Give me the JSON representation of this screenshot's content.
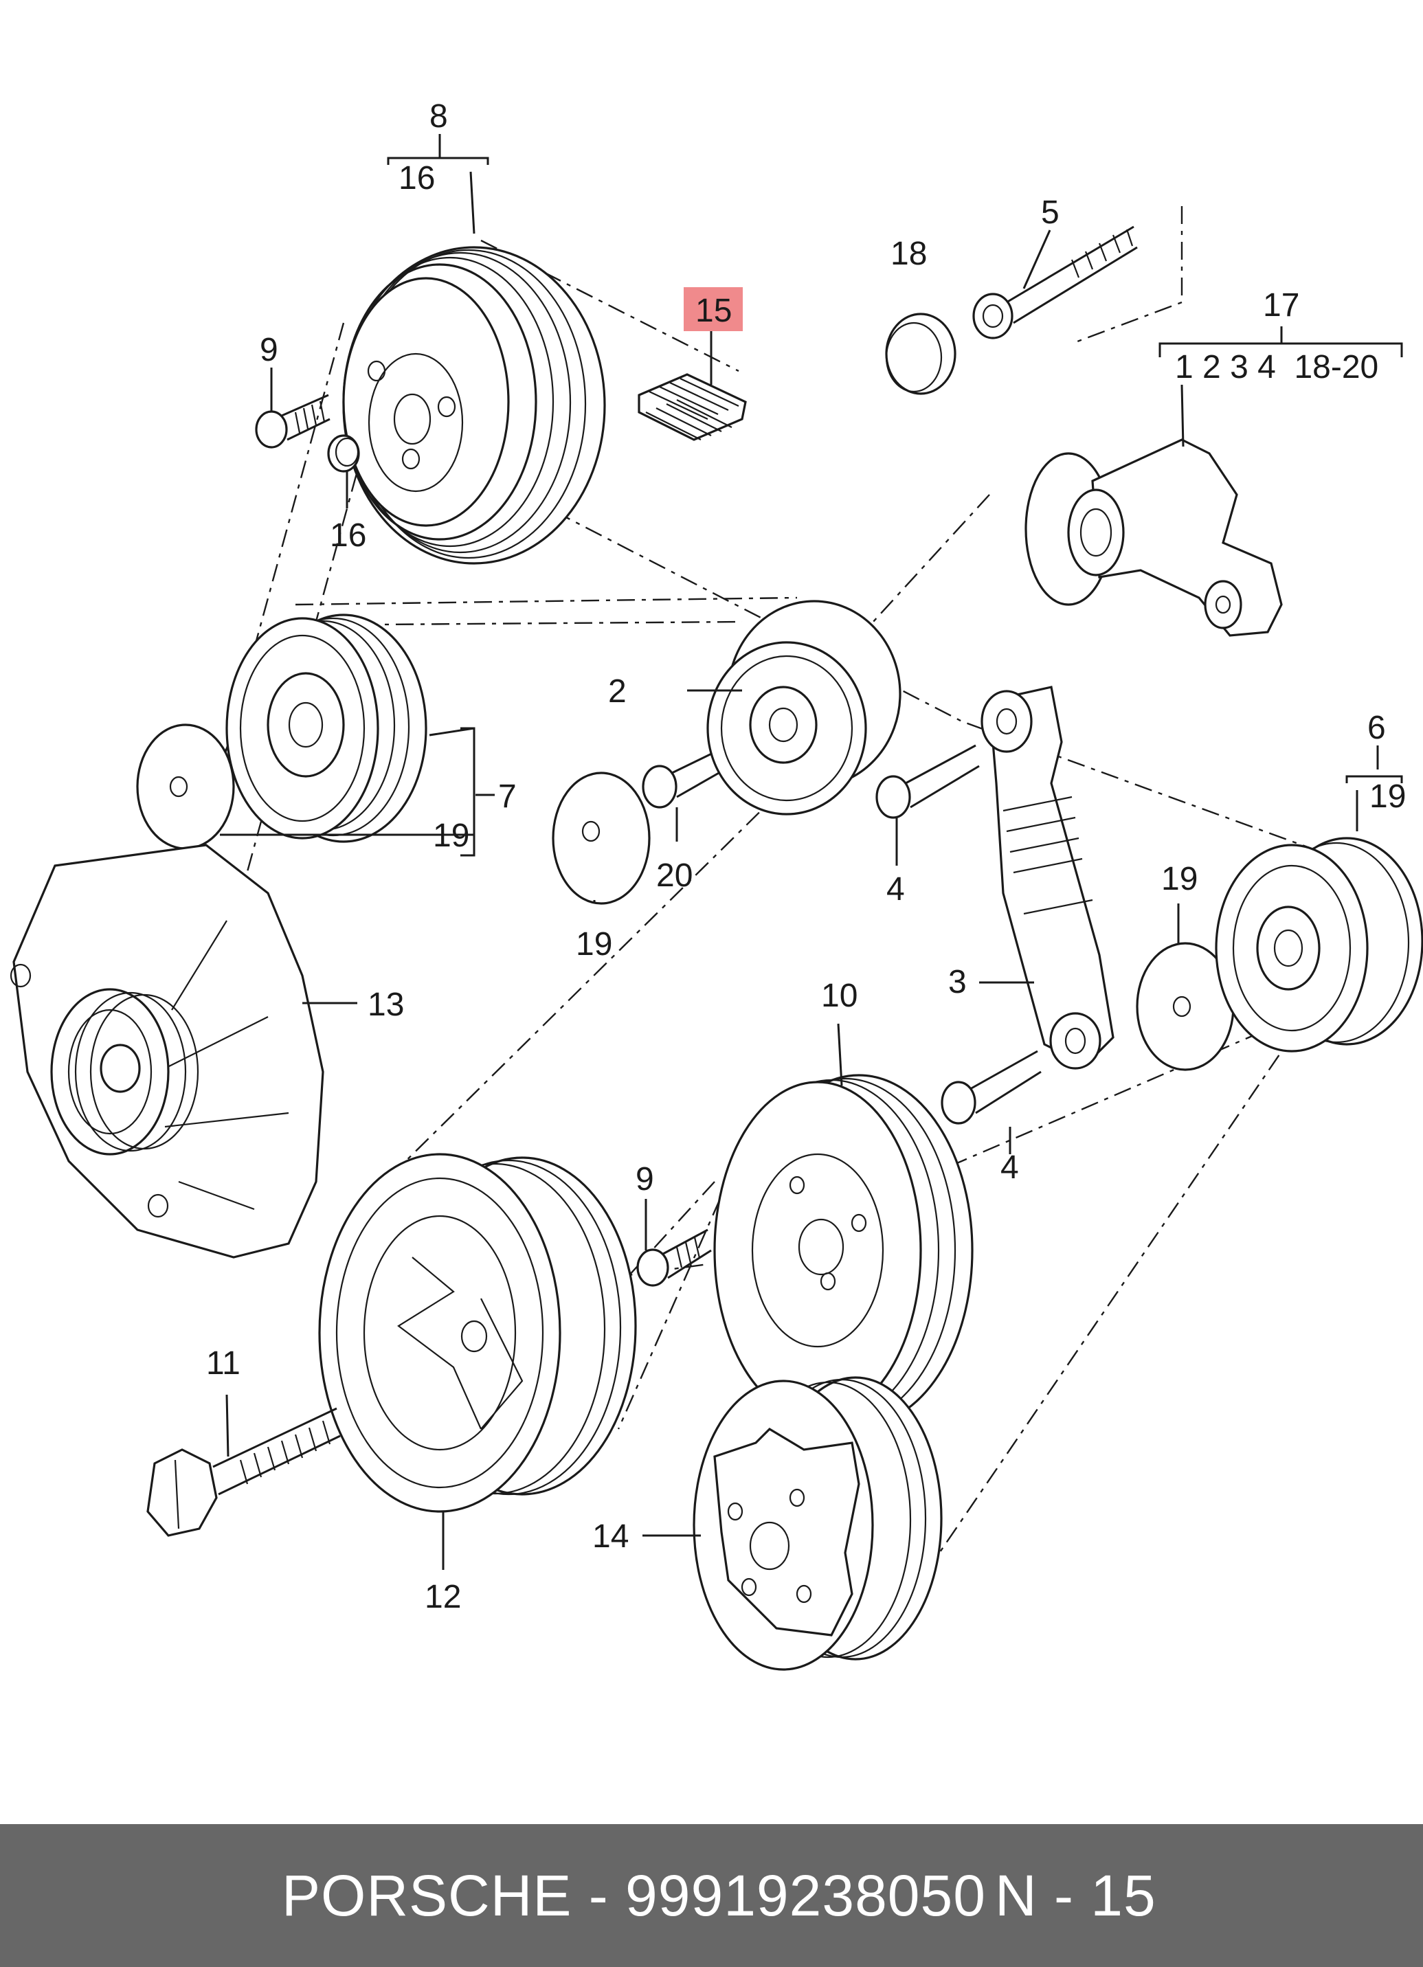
{
  "callouts": {
    "c1": "1 2 3 4  18-20",
    "c2": "2",
    "c3": "3",
    "c4a": "4",
    "c4b": "4",
    "c5": "5",
    "c6": "6",
    "c7": "7",
    "c8": "8",
    "c9a": "9",
    "c9b": "9",
    "c10": "10",
    "c11": "11",
    "c12": "12",
    "c13": "13",
    "c14": "14",
    "c15": "15",
    "c16a": "16",
    "c16b": "16",
    "c17": "17",
    "c18": "18",
    "c19a": "19",
    "c19b": "19",
    "c19c": "19",
    "c19d": "19",
    "c20": "20"
  },
  "highlight": {
    "callout": "15",
    "color": "#f08a8c"
  },
  "footer": {
    "brand_part": "PORSCHE - 99919238050",
    "code": "N - 15",
    "background": "#676767",
    "text_color": "#ffffff"
  }
}
